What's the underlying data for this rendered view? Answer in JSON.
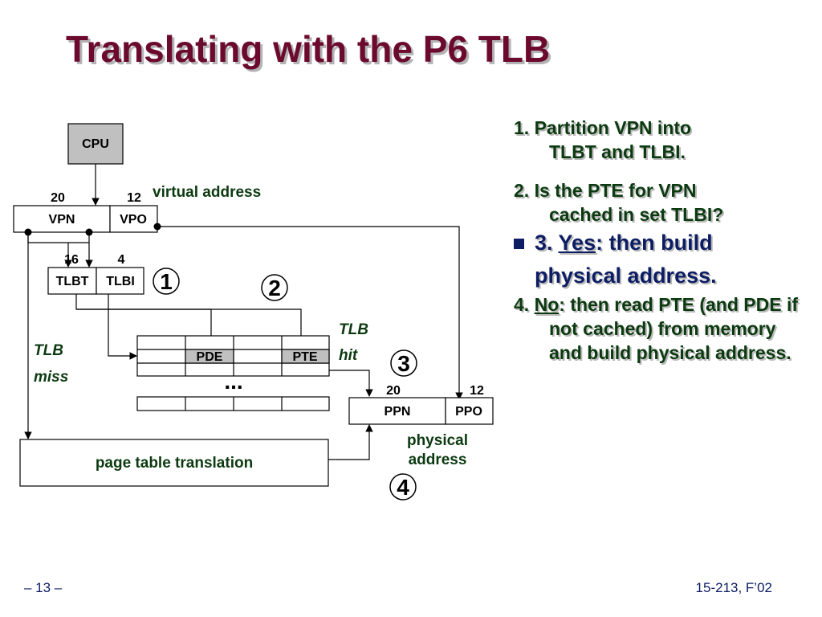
{
  "title": "Translating with the P6 TLB",
  "diagram": {
    "cpu": "CPU",
    "va_bits": {
      "vpn": "20",
      "vpo": "12"
    },
    "va_label": "virtual address",
    "va_fields": {
      "vpn": "VPN",
      "vpo": "VPO"
    },
    "tlb_bits": {
      "tlbt": "16",
      "tlbi": "4"
    },
    "tlb_fields": {
      "tlbt": "TLBT",
      "tlbi": "TLBI"
    },
    "step_numbers": [
      "1",
      "2",
      "3",
      "4"
    ],
    "tlb_hit": {
      "line1": "TLB",
      "line2": "hit"
    },
    "tlb_miss": {
      "line1": "TLB",
      "line2": "miss"
    },
    "entry_labels": {
      "pde": "PDE",
      "pte": "PTE"
    },
    "ellipsis": "...",
    "pa_bits": {
      "ppn": "20",
      "ppo": "12"
    },
    "pa_fields": {
      "ppn": "PPN",
      "ppo": "PPO"
    },
    "pa_label": {
      "line1": "physical",
      "line2": "address"
    },
    "page_table_translation": "page table translation"
  },
  "bullets": {
    "item1": {
      "line1": "1. Partition VPN into",
      "line2": "TLBT and TLBI."
    },
    "item2": {
      "line1": "2. Is the PTE for VPN",
      "line2": "cached in set TLBI?"
    },
    "item3": {
      "prefix": "3. ",
      "keyword": "Yes",
      "rest": ": then build physical address."
    },
    "item4": {
      "prefix": "4. ",
      "keyword": "No",
      "rest": ": then read PTE (and PDE if not cached) from memory and build physical address."
    }
  },
  "footer": {
    "left": "– 13 –",
    "right": "15-213, F’02"
  }
}
